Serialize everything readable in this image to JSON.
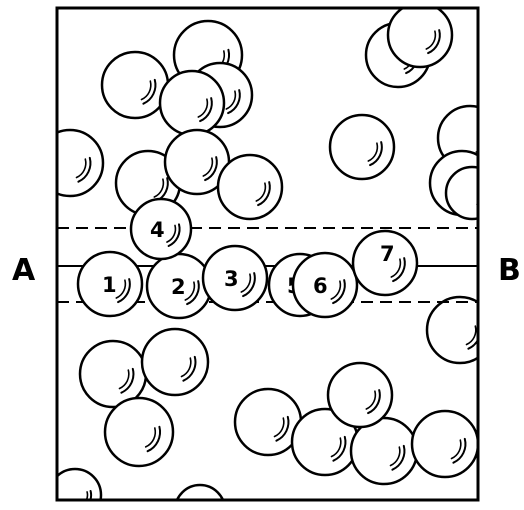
{
  "labels": {
    "left": "A",
    "right": "B"
  },
  "numbered_spheres": [
    "1",
    "2",
    "3",
    "5",
    "6",
    "7",
    "4"
  ],
  "colors": {
    "ink": "#000000",
    "background": "#ffffff"
  }
}
